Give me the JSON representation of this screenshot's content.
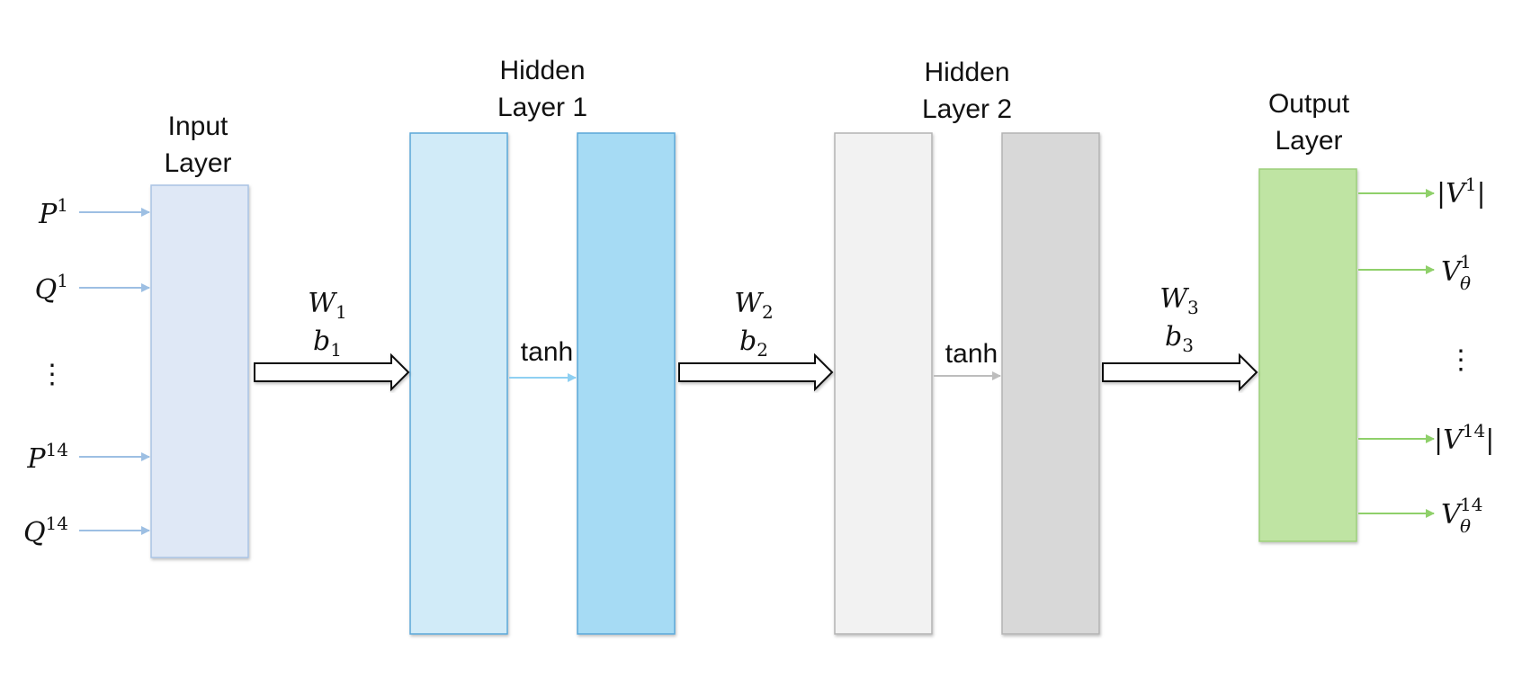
{
  "layers": {
    "input": {
      "title_line1": "Input",
      "title_line2": "Layer",
      "fill": "#dfe8f6",
      "stroke": "#a9c3e4"
    },
    "hidden1": {
      "title_line1": "Hidden",
      "title_line2": "Layer 1",
      "fill_a": "#d1ebf8",
      "fill_b": "#a6dbf4",
      "stroke": "#5aa7d8"
    },
    "hidden2": {
      "title_line1": "Hidden",
      "title_line2": "Layer 2",
      "fill_a": "#f2f2f2",
      "fill_b": "#d8d8d8",
      "stroke": "#b3b3b3"
    },
    "output": {
      "title_line1": "Output",
      "title_line2": "Layer",
      "fill": "#bfe4a3",
      "stroke": "#9ccf7a"
    }
  },
  "inputs": [
    {
      "base": "P",
      "sup": "1"
    },
    {
      "base": "Q",
      "sup": "1"
    },
    {
      "base": "P",
      "sup": "14"
    },
    {
      "base": "Q",
      "sup": "14"
    }
  ],
  "input_ellipsis": "⋮",
  "outputs": [
    {
      "prefix": "|",
      "base": "V",
      "sup": "1",
      "sub": "",
      "suffix": "|"
    },
    {
      "prefix": "",
      "base": "V",
      "sup": "1",
      "sub": "θ",
      "suffix": ""
    },
    {
      "prefix": "|",
      "base": "V",
      "sup": "14",
      "sub": "",
      "suffix": "|"
    },
    {
      "prefix": "",
      "base": "V",
      "sup": "14",
      "sub": "θ",
      "suffix": ""
    }
  ],
  "output_ellipsis": "⋮",
  "weights": [
    {
      "w": "W",
      "w_sub": "1",
      "b": "b",
      "b_sub": "1"
    },
    {
      "w": "W",
      "w_sub": "2",
      "b": "b",
      "b_sub": "2"
    },
    {
      "w": "W",
      "w_sub": "3",
      "b": "b",
      "b_sub": "3"
    }
  ],
  "activations": [
    "tanh",
    "tanh"
  ],
  "colors": {
    "input_arrow": "#9dbfe3",
    "tanh1_arrow": "#8fd0f2",
    "tanh2_arrow": "#bdbdbd",
    "output_arrow": "#8fd06a",
    "block_arrow_stroke": "#111111"
  }
}
